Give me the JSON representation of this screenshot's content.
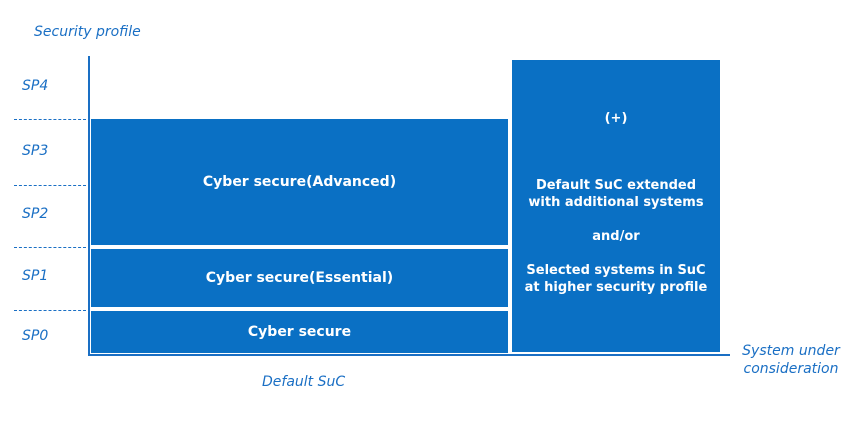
{
  "diagram": {
    "y_axis_label": "Security profile",
    "x_axis_label": "System under consideration",
    "default_suc_label": "Default SuC",
    "levels": [
      "SP4",
      "SP3",
      "SP2",
      "SP1",
      "SP0"
    ],
    "boxes": {
      "advanced": "Cyber secure(Advanced)",
      "essential": "Cyber secure(Essential)",
      "basic": "Cyber secure"
    },
    "extended": {
      "plus": "(+)",
      "line1": "Default SuC extended",
      "line2": "with additional systems",
      "andor": "and/or",
      "line3": "Selected systems in SuC",
      "line4": "at higher security profile"
    }
  },
  "colors": {
    "box_fill": "#0a70c4",
    "label_text": "#1a6fc4"
  }
}
